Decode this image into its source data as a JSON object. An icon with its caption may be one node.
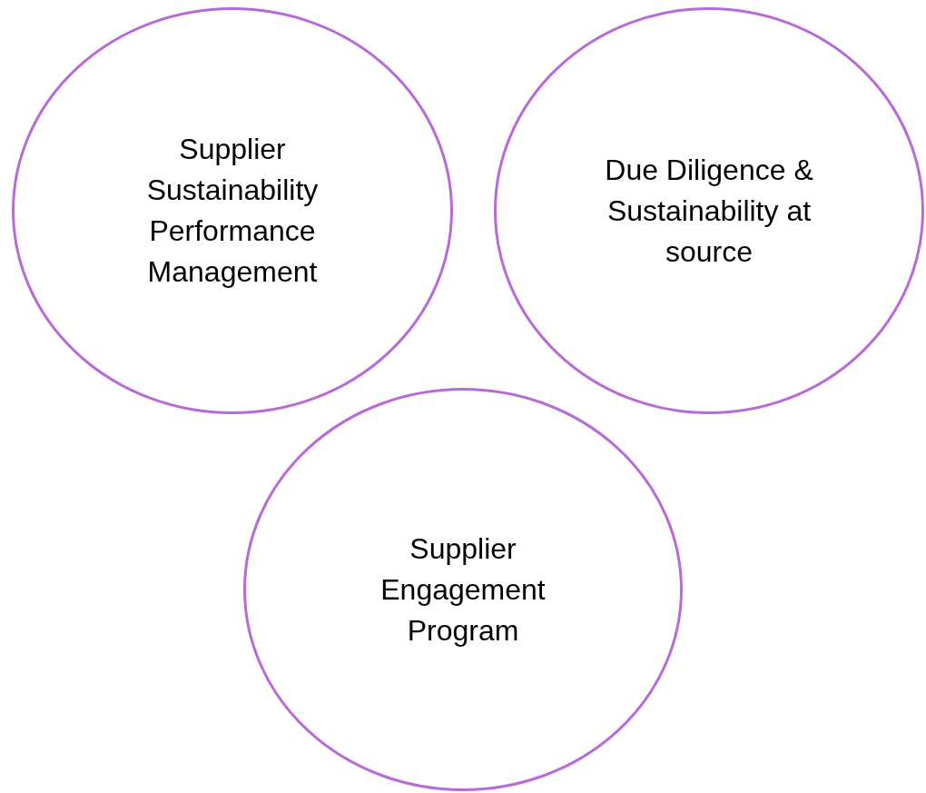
{
  "diagram": {
    "nodes": [
      {
        "text": [
          "Supplier Sustainability Performance Management"
        ]
      },
      {
        "text": [
          "Due Diligence & Sustainability at source"
        ]
      },
      {
        "text": [
          "Supplier Engagement Program"
        ]
      }
    ]
  }
}
